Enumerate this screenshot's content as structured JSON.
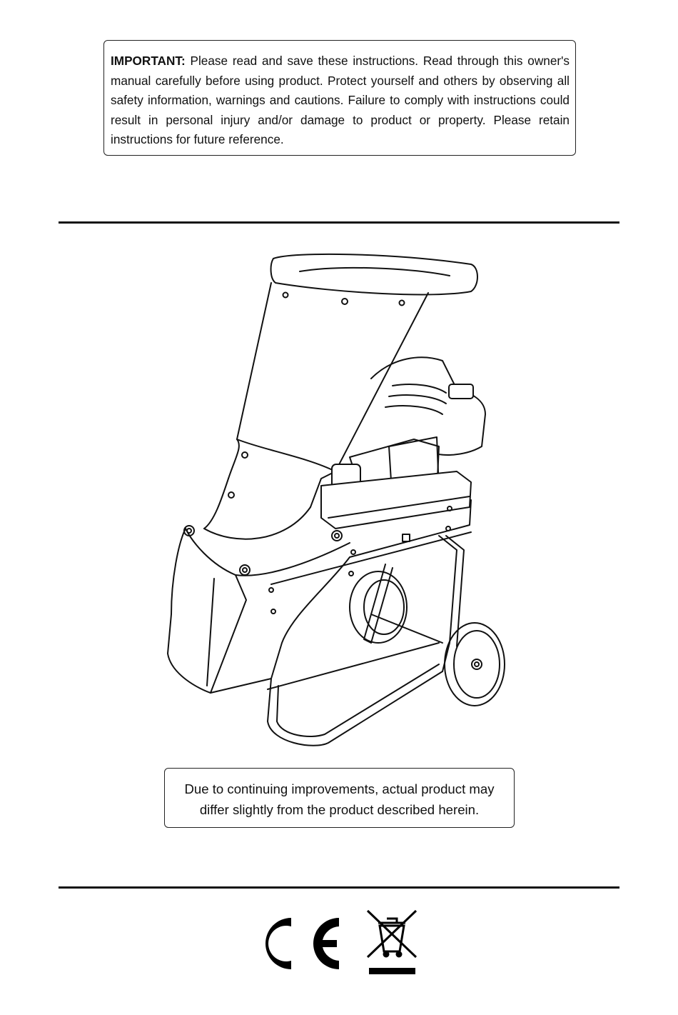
{
  "important": {
    "label": "IMPORTANT:",
    "text": " Please read and save these instructions. Read through this owner's manual carefully before using product. Protect yourself and others by observing all safety information, warnings and cautions. Failure to comply with instructions could result in personal injury and/or damage to product or property. Please retain instructions for future reference."
  },
  "note": {
    "line1": "Due to continuing improvements, actual product may",
    "line2": "differ slightly from the product described herein."
  },
  "illustration": {
    "subject": "wood-chipper-shredder-icon"
  },
  "marks": {
    "ce_icon": "ce-mark-icon",
    "weee_icon": "crossed-out-wheelie-bin-icon"
  }
}
